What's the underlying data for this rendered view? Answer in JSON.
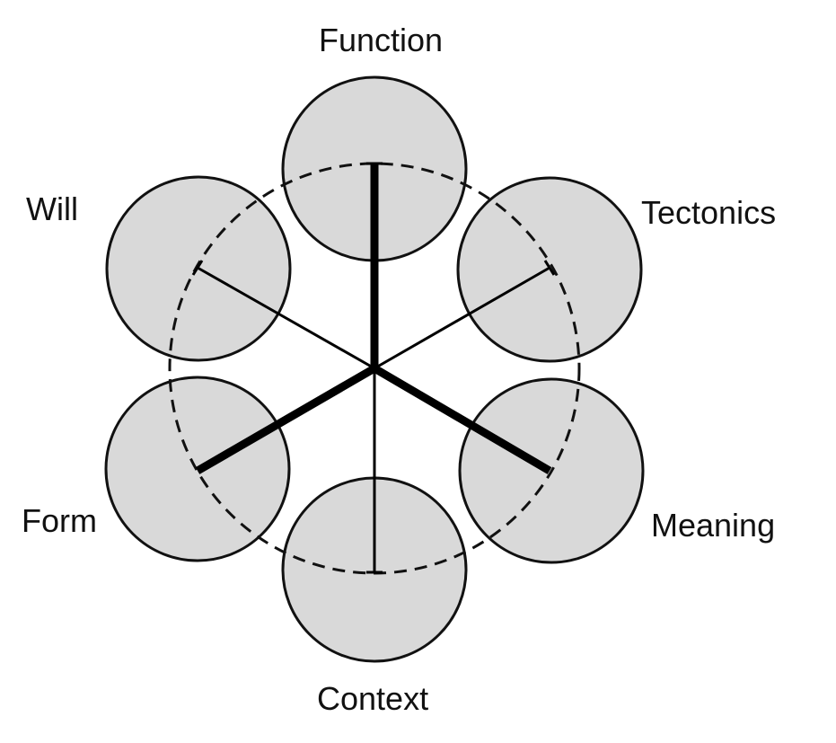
{
  "diagram": {
    "colors": {
      "circle_fill": "#d9d9d9",
      "stroke": "#111111",
      "background": "#ffffff"
    },
    "nodes": [
      {
        "id": "function",
        "label": "Function",
        "emphasis": "strong"
      },
      {
        "id": "tectonics",
        "label": "Tectonics",
        "emphasis": "weak"
      },
      {
        "id": "meaning",
        "label": "Meaning",
        "emphasis": "strong"
      },
      {
        "id": "context",
        "label": "Context",
        "emphasis": "weak"
      },
      {
        "id": "form",
        "label": "Form",
        "emphasis": "strong"
      },
      {
        "id": "will",
        "label": "Will",
        "emphasis": "weak"
      }
    ]
  }
}
